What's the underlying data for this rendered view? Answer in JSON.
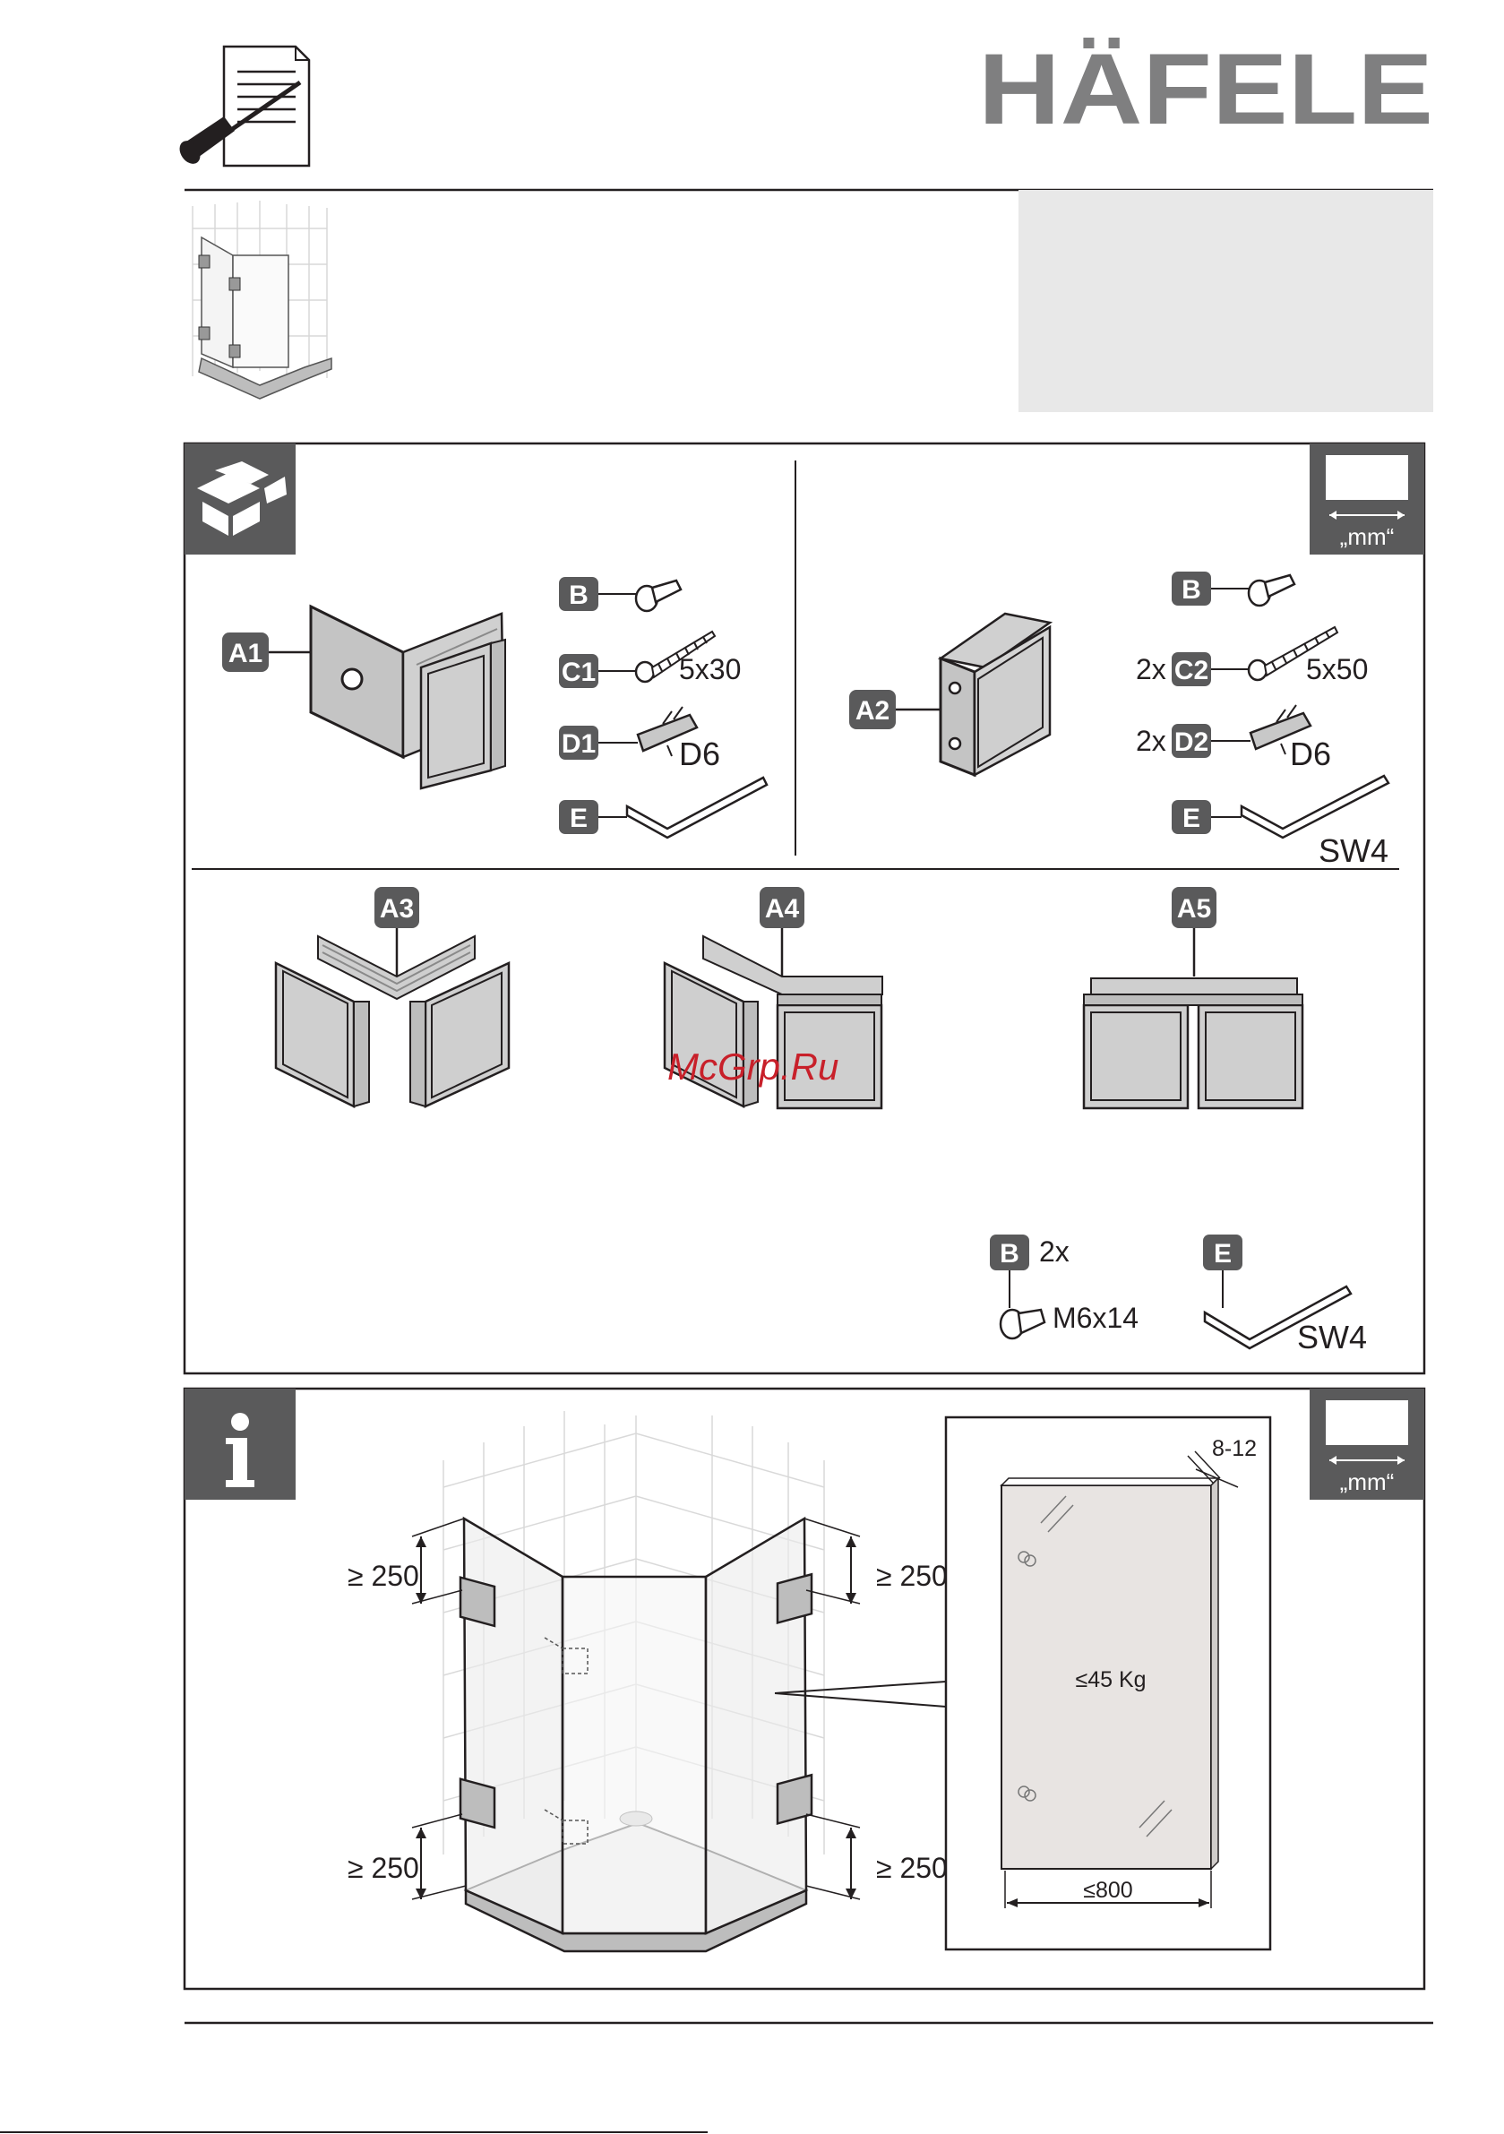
{
  "header": {
    "brand": "HÄFELE",
    "brand_color": "#7f7f80",
    "manual_icon": "manual-screwdriver-icon"
  },
  "parts_panel": {
    "box_icon": "package-box-icon",
    "mm_label": "„mm“",
    "kit1": {
      "main_label": "A1",
      "screw_label": "B",
      "wall_screw_label": "C1",
      "wall_screw_size": "5x30",
      "dowel_label": "D1",
      "dowel_size": "D6",
      "key_label": "E"
    },
    "kit2": {
      "main_label": "A2",
      "screw_label": "B",
      "wall_screw_qty": "2x",
      "wall_screw_label": "C2",
      "wall_screw_size": "5x50",
      "dowel_qty": "2x",
      "dowel_label": "D2",
      "dowel_size": "D6",
      "key_label": "E",
      "key_size": "SW4"
    },
    "connectors": [
      "A3",
      "A4",
      "A5"
    ],
    "bottom_screw": {
      "label": "B",
      "qty": "2x",
      "size": "M6x14"
    },
    "bottom_key": {
      "label": "E",
      "size": "SW4"
    }
  },
  "info_panel": {
    "info_icon": "info-icon",
    "mm_label": "„mm“",
    "dim_top_left": "≥ 250",
    "dim_bottom_left": "≥ 250",
    "dim_top_right": "≥ 250",
    "dim_bottom_right": "≥ 250",
    "glass_thickness": "8-12",
    "max_weight": "≤45 Kg",
    "max_width": "≤800"
  },
  "watermark": "McGrp.Ru",
  "watermark_color": "#c8202a"
}
